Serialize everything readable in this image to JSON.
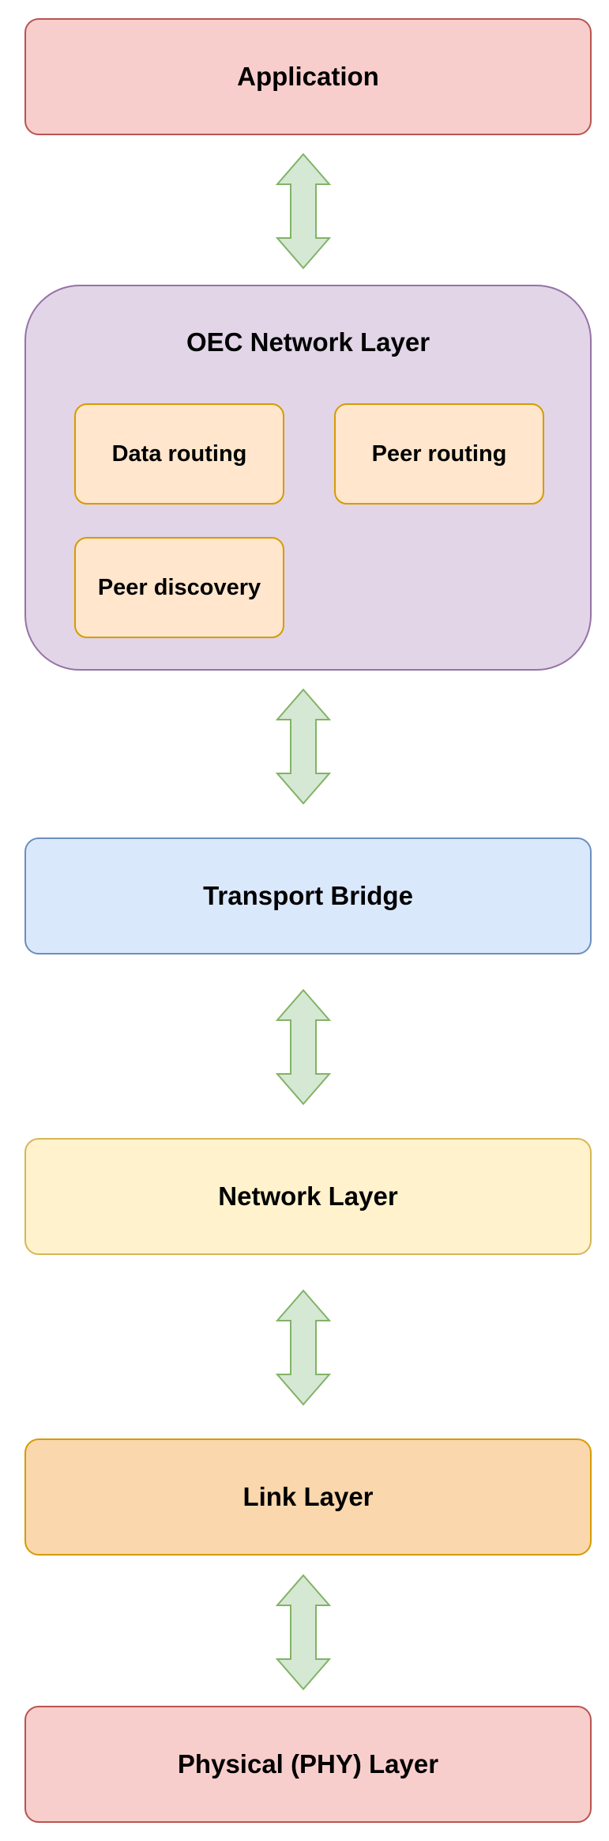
{
  "layers": {
    "application": "Application",
    "oec_network": {
      "title": "OEC Network Layer",
      "components": [
        "Data routing",
        "Peer routing",
        "Peer discovery"
      ]
    },
    "transport_bridge": "Transport Bridge",
    "network": "Network Layer",
    "link": "Link Layer",
    "physical": "Physical (PHY) Layer"
  },
  "colors": {
    "red_fill": "#f8cecc",
    "red_stroke": "#b85450",
    "purple_fill": "#e1d5e7",
    "purple_stroke": "#9673a6",
    "orange_fill": "#ffe6cc",
    "orange_stroke": "#d79b00",
    "blue_fill": "#dae8fc",
    "blue_stroke": "#6c8ebf",
    "yellow_fill": "#fff2cc",
    "yellow_stroke": "#d6b656",
    "link_fill": "#fad7ac",
    "arrow_fill": "#d5e8d4",
    "arrow_stroke": "#82b366"
  },
  "connectors": {
    "arrow_icon": "bidirectional-arrow-icon",
    "count": 5
  }
}
